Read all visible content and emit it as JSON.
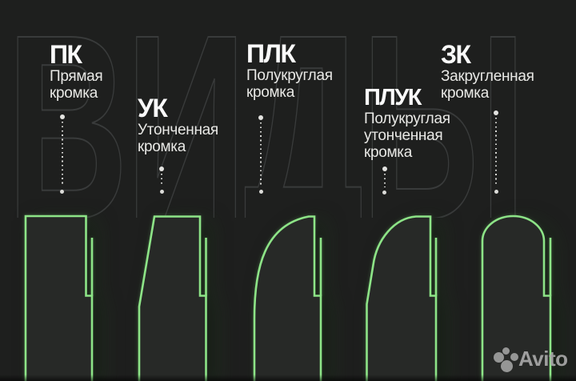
{
  "background": {
    "watermark_word": "ВИДЫ"
  },
  "colors": {
    "background": "#1e1f1e",
    "accent_green": "#8de487",
    "heading_text": "#fafafa",
    "body_text": "#e8e8e5",
    "watermark_outline": "#393b3b",
    "brand_gray": "#a9a9a9"
  },
  "edge_types": [
    {
      "abbr": "ПК",
      "lines": [
        "Прямая",
        "кромка"
      ]
    },
    {
      "abbr": "УК",
      "lines": [
        "Утонченная",
        "кромка"
      ]
    },
    {
      "abbr": "ПЛК",
      "lines": [
        "Полукруглая",
        "кромка"
      ]
    },
    {
      "abbr": "ПЛУК",
      "lines": [
        "Полукруглая",
        "утонченная",
        "кромка"
      ]
    },
    {
      "abbr": "ЗК",
      "lines": [
        "Закругленная",
        "кромка"
      ]
    }
  ],
  "brand": {
    "name": "Avito",
    "logo": "avito-dots-logo"
  }
}
